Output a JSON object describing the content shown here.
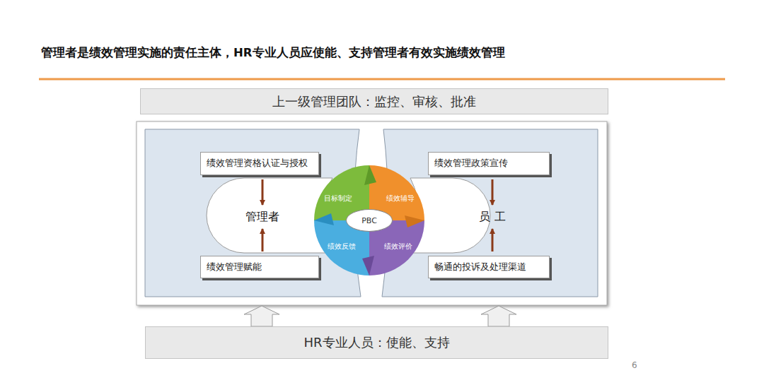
{
  "diagram": {
    "title": "管理者是绩效管理实施的责任主体，HR专业人员应使能、支持管理者有效实施绩效管理",
    "nodes": [
      {
        "text": [
          "上一级管理团队：监控、审核、批准"
        ]
      },
      {
        "text": [
          "绩效管理资格认证与授权"
        ]
      },
      {
        "text": [
          "管理者"
        ]
      },
      {
        "text": [
          "绩效管理赋能"
        ]
      },
      {
        "text": [
          "目标制定"
        ]
      },
      {
        "text": [
          "绩效辅导"
        ]
      },
      {
        "text": [
          "PBC"
        ]
      },
      {
        "text": [
          "绩效反馈"
        ]
      },
      {
        "text": [
          "绩效评价"
        ]
      },
      {
        "text": [
          "绩效管理政策宣传"
        ]
      },
      {
        "text": [
          "员 工"
        ]
      },
      {
        "text": [
          "畅通的投诉及处理渠道"
        ]
      },
      {
        "text": [
          "HR专业人员：使能、支持"
        ]
      }
    ],
    "edges": [
      {
        "from": 1,
        "to": 2,
        "arrow": "to"
      },
      {
        "from": 3,
        "to": 2,
        "arrow": "to"
      },
      {
        "from": 9,
        "to": 10,
        "arrow": "to"
      },
      {
        "from": 11,
        "to": 10,
        "arrow": "to"
      }
    ],
    "labels": [
      "6"
    ]
  }
}
